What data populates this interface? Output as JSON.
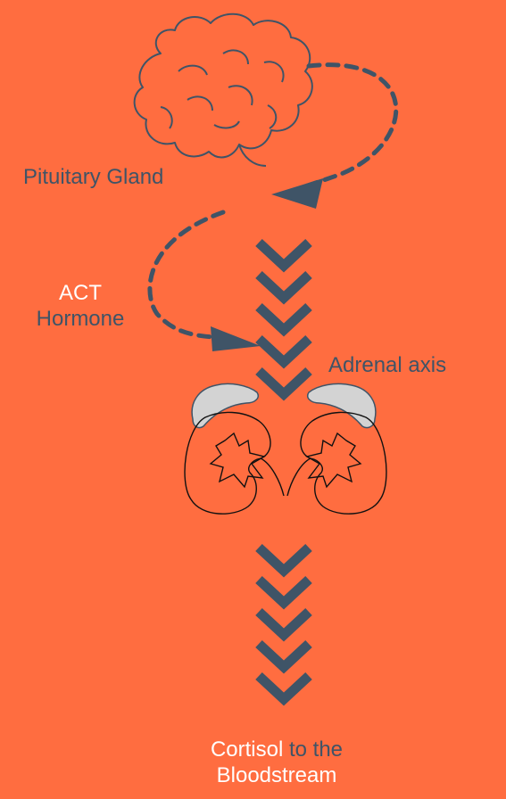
{
  "labels": {
    "pituitary": "Pituitary Gland",
    "act_line1": "ACT",
    "act_line2": "Hormone",
    "adrenal": "Adrenal axis",
    "cortisol_word": "Cortisol",
    "cortisol_rest": "to the",
    "bloodstream": "Bloodstream"
  },
  "colors": {
    "background": "#ff6d40",
    "accent": "#3f5467",
    "white": "#ffffff",
    "gland_fill": "#d3d3d3"
  },
  "icons": [
    "brain-icon",
    "kidney-left-icon",
    "kidney-right-icon",
    "adrenal-gland-icon",
    "chevron-down-icon"
  ]
}
